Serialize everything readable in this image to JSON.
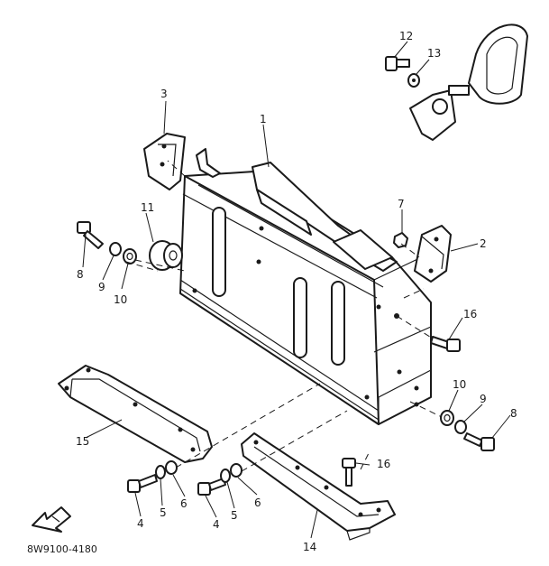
{
  "diagram_code": "8W9100-4180",
  "callouts": {
    "c1": "1",
    "c2": "2",
    "c3": "3",
    "c4a": "4",
    "c4b": "4",
    "c5a": "5",
    "c5b": "5",
    "c6a": "6",
    "c6b": "6",
    "c7": "7",
    "c8a": "8",
    "c8b": "8",
    "c9a": "9",
    "c9b": "9",
    "c10a": "10",
    "c10b": "10",
    "c11": "11",
    "c12": "12",
    "c13": "13",
    "c14": "14",
    "c15": "15",
    "c16a": "16",
    "c16b": "16"
  },
  "icons": {
    "front_arrow": "front-arrow-icon"
  }
}
